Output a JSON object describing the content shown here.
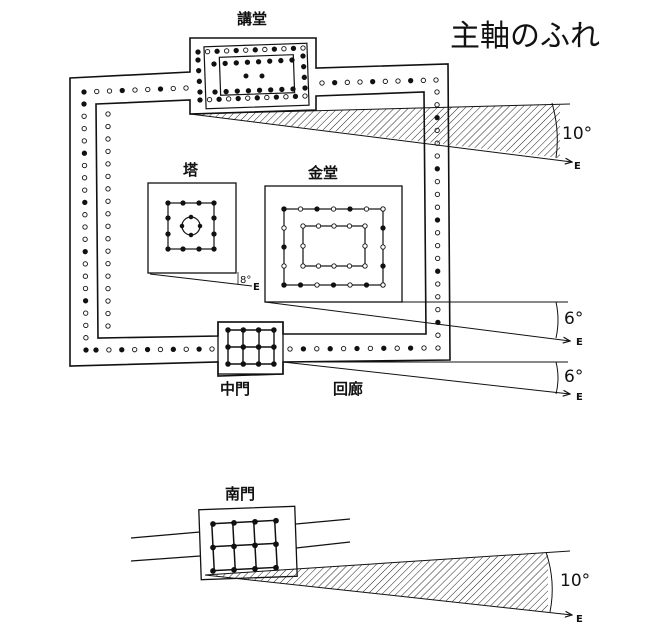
{
  "title": "主軸のふれ",
  "labels": {
    "kodo": "講堂",
    "to": "塔",
    "kondo": "金堂",
    "chumon": "中門",
    "kairo": "回廊",
    "nandaimon": "南門"
  },
  "angles": [
    {
      "id": "kodo",
      "degrees": "10°",
      "direction": "E"
    },
    {
      "id": "to",
      "degrees": "8°",
      "direction": "E"
    },
    {
      "id": "kondo",
      "degrees": "6°",
      "direction": "E"
    },
    {
      "id": "chumon",
      "degrees": "6°",
      "direction": "E"
    },
    {
      "id": "nandaimon",
      "degrees": "10°",
      "direction": "E"
    }
  ]
}
